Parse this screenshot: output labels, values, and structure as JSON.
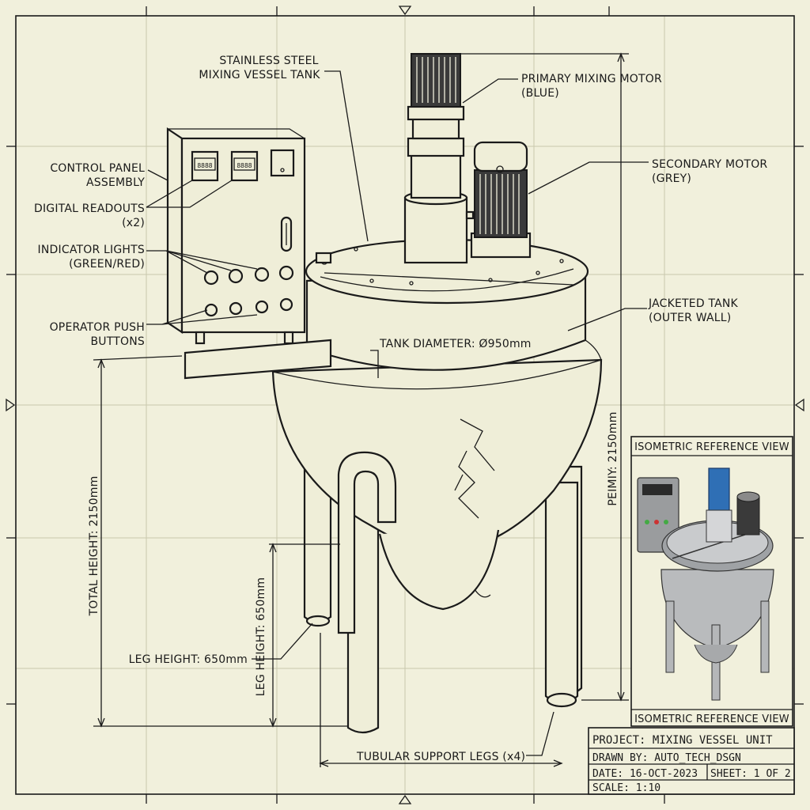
{
  "labels": {
    "stainless_tank": [
      "STAINLESS STEEL",
      "MIXING VESSEL TANK"
    ],
    "primary_motor": [
      "PRIMARY MIXING MOTOR",
      "(BLUE)"
    ],
    "secondary_motor": [
      "SECONDARY MOTOR",
      "(GREY)"
    ],
    "control_panel": [
      "CONTROL PANEL",
      "ASSEMBLY"
    ],
    "digital_readouts": [
      "DIGITAL READOUTS",
      "(x2)"
    ],
    "indicator_lights": [
      "INDICATOR LIGHTS",
      "(GREEN/RED)"
    ],
    "push_buttons": [
      "OPERATOR PUSH",
      "BUTTONS"
    ],
    "jacketed_tank": [
      "JACKETED TANK",
      "(OUTER WALL)"
    ],
    "tank_diameter": "TANK DIAMETER: Ø950mm",
    "total_height_left": "TOTAL HEIGHT: 2150mm",
    "total_height_right": "PEIMIY: 2150mm",
    "leg_height_vertical": "LEG HEIGHT: 650mm",
    "leg_height_horizontal": "LEG HEIGHT: 650mm",
    "support_legs": "TUBULAR SUPPORT LEGS (x4)",
    "readout_text": "8888"
  },
  "inset": {
    "title_top": "ISOMETRIC REFERENCE VIEW",
    "title_bottom": "ISOMETRIC REFERENCE VIEW"
  },
  "title_block": {
    "project": "PROJECT: MIXING VESSEL UNIT",
    "drawn_by": "DRAWN BY: AUTO_TECH_DSGN",
    "date": "DATE: 16-OCT-2023",
    "sheet": "SHEET: 1 OF 2",
    "scale": "SCALE: 1:10"
  },
  "colors": {
    "paper": "#f1f0dc",
    "ink": "#1a1a1a",
    "primary_motor": "#2f6fb5",
    "secondary_motor": "#8a8a8a"
  }
}
